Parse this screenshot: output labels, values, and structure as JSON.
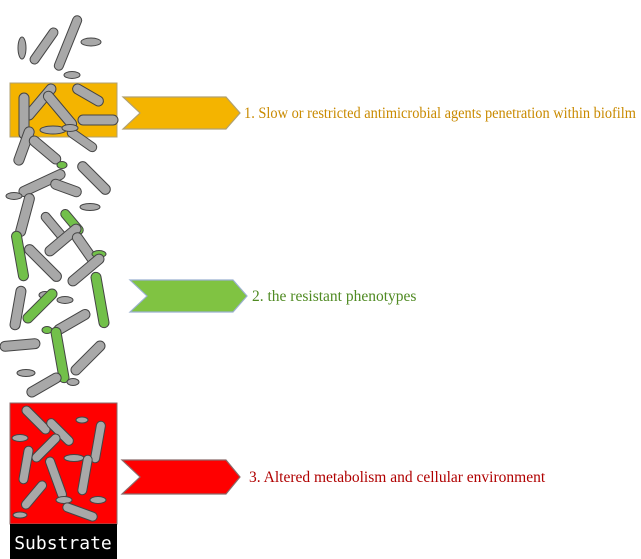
{
  "colors": {
    "layer1": "#f4b400",
    "layer1_border": "#b0a070",
    "layer2": "#80c342",
    "layer3": "#ff0000",
    "layer3_border": "#8a6a6a",
    "cell_gray": "#a8a8a8",
    "cell_green": "#72c04a",
    "cell_outline": "#444444",
    "substrate_bg": "#000000",
    "substrate_text": "#ffffff",
    "text1": "#c98a00",
    "text2": "#4f8a22",
    "text3": "#b00000"
  },
  "labels": {
    "mechanism1": "1.  Slow or restricted antimicrobial agents penetration within biofilm",
    "mechanism2": "2. the resistant phenotypes",
    "mechanism3": "3. Altered metabolism and cellular environment",
    "substrate": "Substrate"
  },
  "icons": {
    "arrow1": "chevron-arrow-icon",
    "arrow2": "chevron-arrow-icon",
    "arrow3": "chevron-arrow-icon"
  }
}
